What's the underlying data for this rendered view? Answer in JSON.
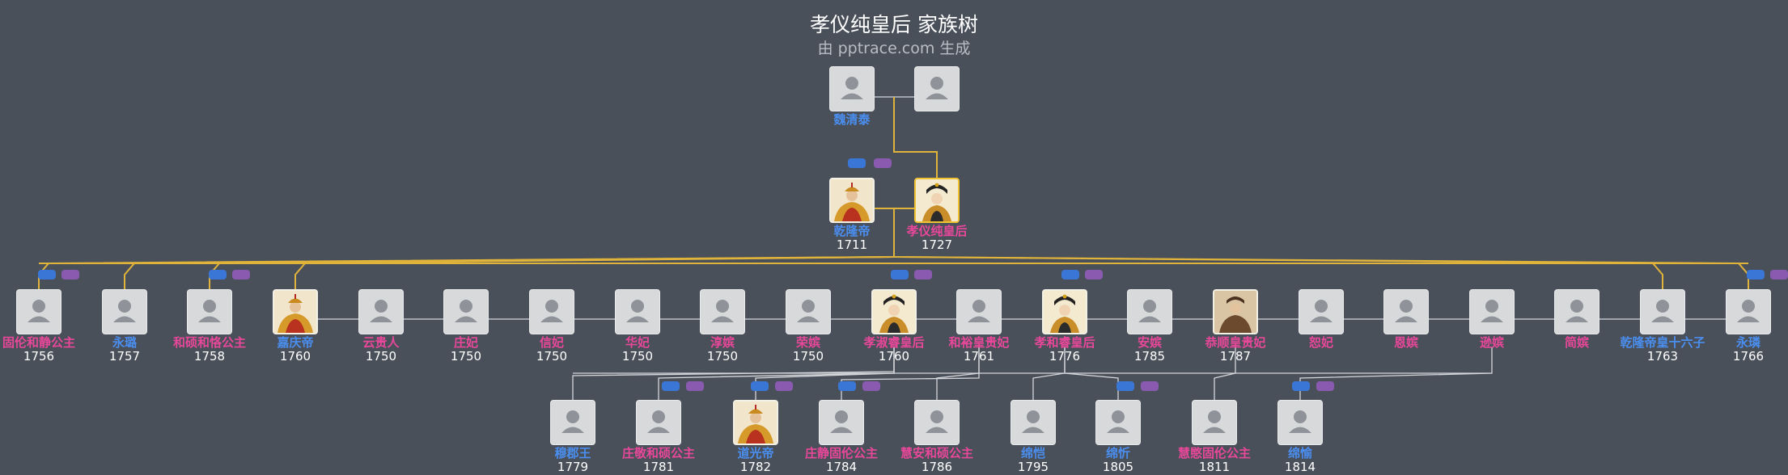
{
  "title": "孝仪纯皇后 家族树",
  "subtitle": "由 pptrace.com 生成",
  "colors": {
    "male": "#4a8ef0",
    "female": "#e8479a",
    "line_main": "#e0b33a",
    "line_other": "#d4d6da"
  },
  "people": {
    "wei_qingtai": {
      "name": "魏清泰",
      "year": "",
      "gender": "male",
      "photo": false
    },
    "wei_wife": {
      "name": "",
      "year": "",
      "gender": "female",
      "photo": false
    },
    "qianlong": {
      "name": "乾隆帝",
      "year": "1711",
      "gender": "male",
      "photo": true
    },
    "xiaoyi": {
      "name": "孝仪纯皇后",
      "year": "1727",
      "gender": "female",
      "photo": true
    },
    "gulun_hejing": {
      "name": "固伦和静公主",
      "year": "1756",
      "gender": "female",
      "photo": false
    },
    "yonglu": {
      "name": "永璐",
      "year": "1757",
      "gender": "male",
      "photo": false
    },
    "heshuo_hexiao": {
      "name": "和硕和恪公主",
      "year": "1758",
      "gender": "female",
      "photo": false
    },
    "jiaqing": {
      "name": "嘉庆帝",
      "year": "1760",
      "gender": "male",
      "photo": true
    },
    "yun_guiren": {
      "name": "云贵人",
      "year": "1750",
      "gender": "female",
      "photo": false
    },
    "zhuang_fei": {
      "name": "庄妃",
      "year": "1750",
      "gender": "female",
      "photo": false
    },
    "xin_fei": {
      "name": "信妃",
      "year": "1750",
      "gender": "female",
      "photo": false
    },
    "hua_fei": {
      "name": "华妃",
      "year": "1750",
      "gender": "female",
      "photo": false
    },
    "chun_pin": {
      "name": "淳嫔",
      "year": "1750",
      "gender": "female",
      "photo": false
    },
    "rong_pin": {
      "name": "荣嫔",
      "year": "1750",
      "gender": "female",
      "photo": false
    },
    "xiaoshu": {
      "name": "孝淑睿皇后",
      "year": "1760",
      "gender": "female",
      "photo": true
    },
    "heyu": {
      "name": "和裕皇贵妃",
      "year": "1761",
      "gender": "female",
      "photo": false
    },
    "xiaohe": {
      "name": "孝和睿皇后",
      "year": "1776",
      "gender": "female",
      "photo": true
    },
    "an_pin": {
      "name": "安嫔",
      "year": "1785",
      "gender": "female",
      "photo": false
    },
    "gongshun": {
      "name": "恭顺皇贵妃",
      "year": "1787",
      "gender": "female",
      "photo": true
    },
    "shu_fei": {
      "name": "恕妃",
      "year": "",
      "gender": "female",
      "photo": false
    },
    "en_pin": {
      "name": "恩嫔",
      "year": "",
      "gender": "female",
      "photo": false
    },
    "xun_pin": {
      "name": "逊嫔",
      "year": "",
      "gender": "female",
      "photo": false
    },
    "jian_pin": {
      "name": "简嫔",
      "year": "",
      "gender": "female",
      "photo": false
    },
    "qianlong_16": {
      "name": "乾隆帝皇十六子",
      "year": "1763",
      "gender": "male",
      "photo": false
    },
    "yonglin": {
      "name": "永璘",
      "year": "1766",
      "gender": "male",
      "photo": false
    },
    "mujun_wang": {
      "name": "穆郡王",
      "year": "1779",
      "gender": "male",
      "photo": false
    },
    "zhuangjing": {
      "name": "庄敬和硕公主",
      "year": "1781",
      "gender": "female",
      "photo": false
    },
    "daoguang": {
      "name": "道光帝",
      "year": "1782",
      "gender": "male",
      "photo": true
    },
    "zhuangjing_gulun": {
      "name": "庄静固伦公主",
      "year": "1784",
      "gender": "female",
      "photo": false
    },
    "huian": {
      "name": "慧安和硕公主",
      "year": "1786",
      "gender": "female",
      "photo": false
    },
    "mian_kai": {
      "name": "绵恺",
      "year": "1795",
      "gender": "male",
      "photo": false
    },
    "mian_xin": {
      "name": "绵忻",
      "year": "1805",
      "gender": "male",
      "photo": false
    },
    "huimin": {
      "name": "慧愍固伦公主",
      "year": "1811",
      "gender": "female",
      "photo": false
    },
    "mian_yu": {
      "name": "绵愉",
      "year": "1814",
      "gender": "male",
      "photo": false
    }
  }
}
